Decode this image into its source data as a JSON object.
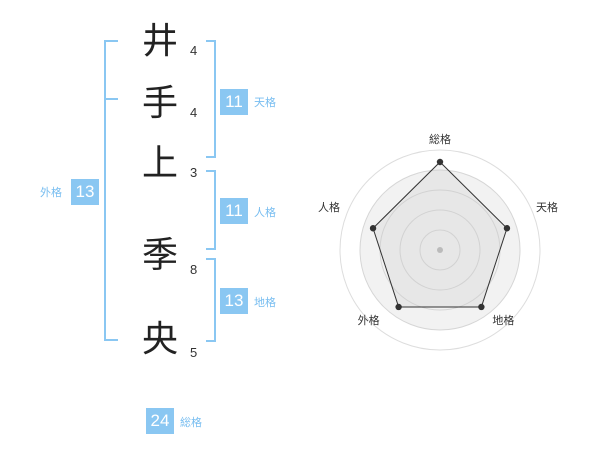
{
  "name": {
    "characters": [
      {
        "char": "井",
        "strokes": "4"
      },
      {
        "char": "手",
        "strokes": "4"
      },
      {
        "char": "上",
        "strokes": "3"
      },
      {
        "char": "季",
        "strokes": "8"
      },
      {
        "char": "央",
        "strokes": "5"
      }
    ]
  },
  "fortunes": {
    "tenkaku": {
      "value": "11",
      "label": "天格"
    },
    "jinkaku": {
      "value": "11",
      "label": "人格"
    },
    "chikaku": {
      "value": "13",
      "label": "地格"
    },
    "gaikaku": {
      "value": "13",
      "label": "外格"
    },
    "soukaku": {
      "value": "24",
      "label": "総格"
    }
  },
  "colors": {
    "accent": "#8ac7f2",
    "accent_text": "#77bdf0"
  },
  "chart_data": {
    "type": "radar",
    "axes": [
      "総格",
      "天格",
      "地格",
      "外格",
      "人格"
    ],
    "values": [
      5,
      4,
      4,
      4,
      4
    ],
    "max": 5,
    "rings": 4
  }
}
